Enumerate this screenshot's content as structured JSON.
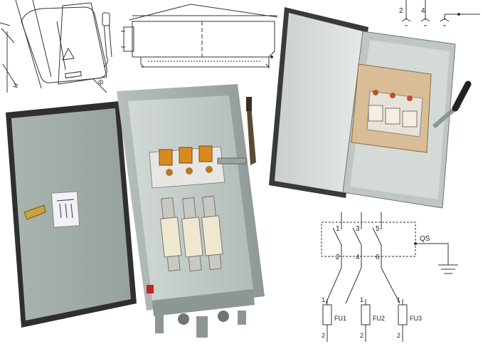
{
  "top_left_drawing": {
    "label_h": "H",
    "label_phi": "ф"
  },
  "top_right_schematic": {
    "terminals": [
      "2",
      "4"
    ]
  },
  "wiring_diagram": {
    "top_terminals": [
      "1",
      "3",
      "5"
    ],
    "bottom_terminals": [
      "2",
      "4",
      "6"
    ],
    "switch_label": "QS",
    "fuses": [
      {
        "label": "FU1",
        "in": "1",
        "out": "2"
      },
      {
        "label": "FU2",
        "in": "1",
        "out": "2"
      },
      {
        "label": "FU3",
        "in": "1",
        "out": "2"
      }
    ]
  },
  "colors": {
    "enclosure_gray": "#a9b2b1",
    "door_gray": "#a3ada8",
    "inner_gray": "#c9d1cf",
    "frame_dark": "#2f2f2f",
    "board_tan": "#d9bd96",
    "fuse_cap": "#d98a1f",
    "line_drawing": "#333333"
  }
}
